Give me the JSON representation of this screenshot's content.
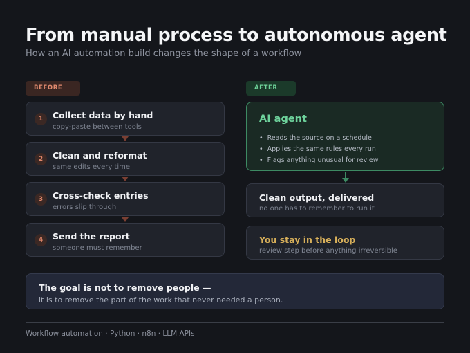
{
  "header": {
    "title": "From manual process to autonomous agent",
    "subtitle": "How an AI automation build changes the shape of a workflow"
  },
  "before": {
    "label": "BEFORE",
    "steps": [
      {
        "num": "1",
        "title": "Collect data by hand",
        "sub": "copy-paste between tools"
      },
      {
        "num": "2",
        "title": "Clean and reformat",
        "sub": "same edits every time"
      },
      {
        "num": "3",
        "title": "Cross-check entries",
        "sub": "errors slip through"
      },
      {
        "num": "4",
        "title": "Send the report",
        "sub": "someone must remember"
      }
    ]
  },
  "after": {
    "label": "AFTER",
    "agent": {
      "title": "AI agent",
      "bullets": [
        "Reads the source on a schedule",
        "Applies the same rules every run",
        "Flags anything unusual for review"
      ]
    },
    "output": {
      "title": "Clean output, delivered",
      "sub": "no one has to remember to run it"
    },
    "loop": {
      "title": "You stay in the loop",
      "sub": "review step before anything irreversible"
    }
  },
  "goal": {
    "title": "The goal is not to remove people —",
    "sub": "it is to remove the part of the work that never needed a person."
  },
  "footer": {
    "text": "Workflow automation  ·  Python · n8n · LLM APIs"
  },
  "colors": {
    "before_accent": "#e08a6e",
    "after_accent": "#6fd49a",
    "loop_accent": "#d8b05a"
  }
}
